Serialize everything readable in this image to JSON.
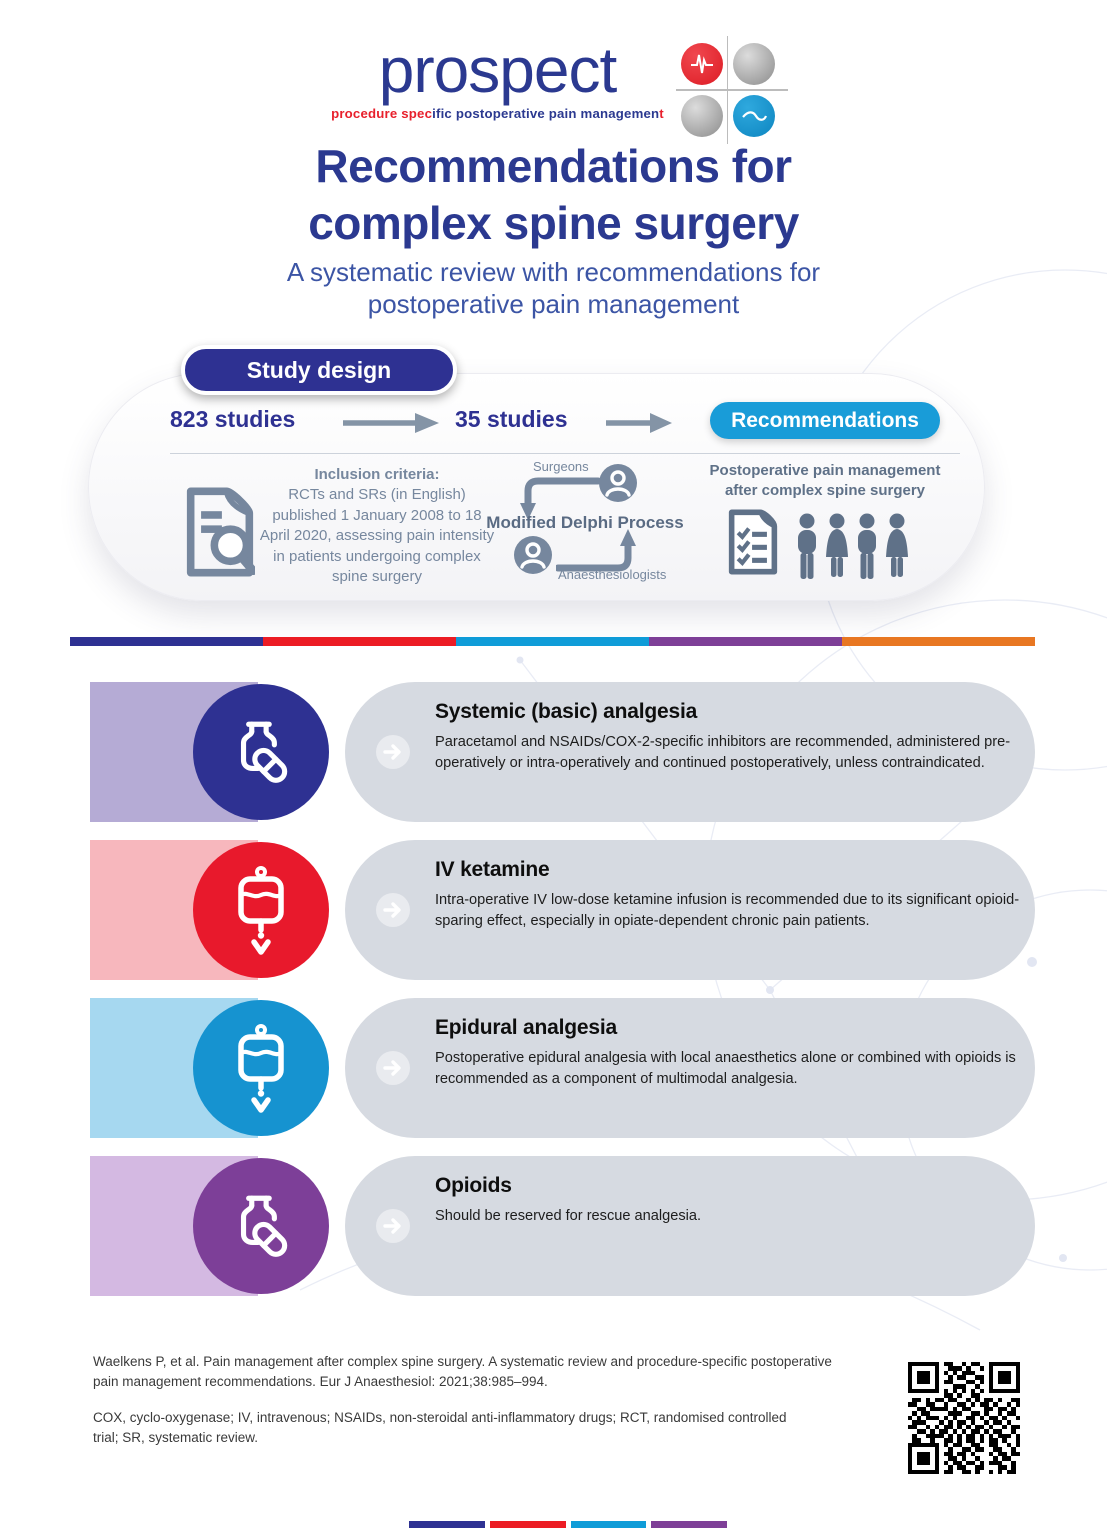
{
  "logo": {
    "brand": "prospect",
    "tagline_red1": "procedure spec",
    "tagline_blue": "ific postoperative pain managemen",
    "tagline_red2": "t"
  },
  "header": {
    "title_line1": "Recommendations for",
    "title_line2": "complex spine surgery",
    "subtitle_line1": "A systematic review with recommendations for",
    "subtitle_line2": "postoperative pain management"
  },
  "study_design": {
    "badge": "Study design",
    "left_count": "823 studies",
    "mid_count": "35 studies",
    "result_pill": "Recommendations",
    "inclusion_title": "Inclusion criteria:",
    "inclusion_body": "RCTs and SRs (in English) published 1 January 2008 to 18 April 2020, assessing pain intensity in patients undergoing complex spine surgery",
    "delphi_top_label": "Surgeons",
    "delphi_title": "Modified Delphi Process",
    "delphi_bottom_label": "Anaesthesiologists",
    "outcome_text": "Postoperative pain management after complex spine surgery"
  },
  "recommendations": [
    {
      "title": "Systemic (basic) analgesia",
      "body": "Paracetamol and NSAIDs/COX-2-specific inhibitors are recommended, administered pre-operatively or intra-operatively and continued postoperatively, unless contraindicated.",
      "accent": "#2e3192",
      "tint": "#b5abd5",
      "icon": "pill-bottle-icon"
    },
    {
      "title": "IV ketamine",
      "body": "Intra-operative IV low-dose ketamine infusion is recommended due to its significant opioid-sparing effect, especially in opiate-dependent chronic pain patients.",
      "accent": "#e8192c",
      "tint": "#f7b7bd",
      "icon": "iv-bag-icon"
    },
    {
      "title": "Epidural analgesia",
      "body": "Postoperative epidural analgesia with local anaesthetics alone or combined with opioids is recommended as a component of multimodal analgesia.",
      "accent": "#1693d0",
      "tint": "#a6d8f0",
      "icon": "iv-bag-icon"
    },
    {
      "title": "Opioids",
      "body": "Should be reserved for rescue analgesia.",
      "accent": "#7d3f98",
      "tint": "#d4b9e2",
      "icon": "pill-bottle-icon"
    }
  ],
  "colors": {
    "brand_navy": "#2b3990",
    "slate": "#76879e",
    "recommendations_blue": "#199cd8",
    "card_gray": "#d6dae1",
    "divider": [
      "#2e3192",
      "#ec1c24",
      "#0f9cd8",
      "#7e3f97",
      "#e87722"
    ]
  },
  "icons": {
    "inclusion": "document-search-icon",
    "delphi_avatars": "person-avatar-icon",
    "flow": "right-arrow-icon",
    "outcome_doc": "checklist-icon",
    "outcome_people": "people-group-icon",
    "card_marker": "right-arrow-circle-icon",
    "logo_mark": "ecg-wave-circles-logo"
  },
  "footer": {
    "citation": "Waelkens P, et al. Pain management after complex spine surgery. A systematic review and procedure-specific postoperative pain management recommendations. Eur J Anaesthesiol: 2021;38:985–994.",
    "abbreviations": "COX, cyclo-oxygenase; IV, intravenous; NSAIDs, non-steroidal anti-inflammatory drugs; RCT, randomised controlled trial; SR, systematic review.",
    "bottom_bar_colors": [
      "#2e3192",
      "#ec1c24",
      "#0f9cd8",
      "#7e3f97"
    ],
    "qr_rows": [
      "1111111011001011001111111",
      "1000001001110100101000001",
      "1011101010101110001011101",
      "1011101001011001101011101",
      "1011101011000110101011101",
      "1000001000111001001000001",
      "1111111010101010101111111",
      "0000000011010011000000000",
      "0110101101100101011010011",
      "1100110010011010110100101",
      "0011011110101100011011010",
      "0101100001110011010010110",
      "1010111010100110101101001",
      "0111000101011010010110100",
      "1100101011010101101001011",
      "0011010110101011010110010",
      "0100111101010110101011101",
      "0110010011010110101101001",
      "1111111010110011001100101",
      "1000001001001101100110010",
      "1011101011011010001011011",
      "1011101001101001000101100",
      "1011101010110110101110010",
      "1000001001011001100011010",
      "1111111011001101001010110"
    ]
  }
}
